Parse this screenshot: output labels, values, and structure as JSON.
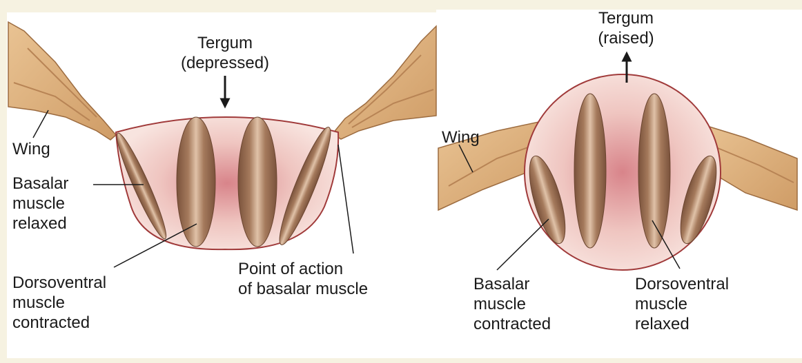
{
  "left": {
    "tergum_label": "Tergum\n(depressed)",
    "wing_label": "Wing",
    "basalar_label": "Basalar\nmuscle\nrelaxed",
    "dorsoventral_label": "Dorsoventral\nmuscle\ncontracted",
    "point_label": "Point of action\nof basalar muscle"
  },
  "right": {
    "tergum_label": "Tergum\n(raised)",
    "wing_label": "Wing",
    "basalar_label": "Basalar\nmuscle\ncontracted",
    "dorsoventral_label": "Dorsoventral\nmuscle\nrelaxed"
  },
  "colors": {
    "background": "#f6f2e1",
    "panel": "#ffffff",
    "wing_fill": "#dcae7a",
    "wing_edge": "#9c6b3f",
    "thorax_outline": "#a03a3a",
    "muscle_fill": "#8a5f45",
    "muscle_light": "#d8b59a"
  }
}
